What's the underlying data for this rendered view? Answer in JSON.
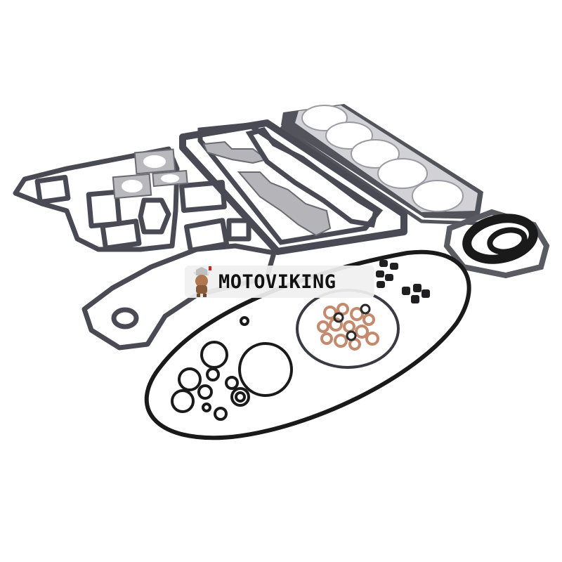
{
  "image": {
    "subject": "Engine full gasket kit product photo",
    "background_color": "#ffffff"
  },
  "watermark": {
    "brand_text": "MOTOVIKING",
    "mascot": "viking-mascot-icon",
    "badge_color": "#f0f0f0",
    "text_color": "#111111"
  },
  "parts": [
    {
      "name": "cylinder-head-gasket",
      "bores": 5,
      "color": "#c9c9cc"
    },
    {
      "name": "oil-pan-gasket",
      "color": "#4a4a55"
    },
    {
      "name": "manifold-gaskets",
      "color": "#a9a9ae"
    },
    {
      "name": "timing-cover-gasket",
      "color": "#4a4a55"
    },
    {
      "name": "rear-seal-plate-gasket",
      "color": "#4a4a55"
    },
    {
      "name": "crankshaft-oil-seals",
      "count": 2,
      "color": "#1a1a1a"
    },
    {
      "name": "valve-stem-seals",
      "count": 9,
      "color": "#1a1a1a"
    },
    {
      "name": "copper-washers",
      "color": "#c48a6e"
    },
    {
      "name": "large-o-ring-belt",
      "color": "#1a1a1a"
    },
    {
      "name": "assorted-o-rings",
      "count": 12,
      "color": "#1a1a1a"
    }
  ]
}
